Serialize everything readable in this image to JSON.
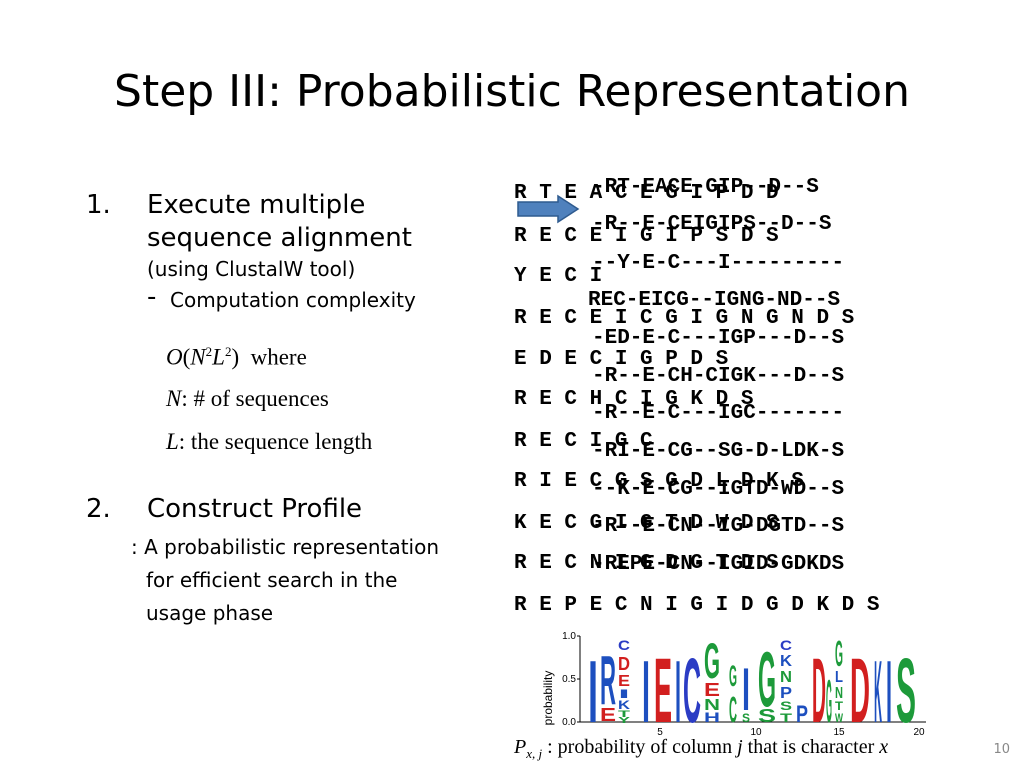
{
  "title": "Step III: Probabilistic Representation",
  "list": {
    "item1_number": "1.",
    "item1_line1": "Execute multiple",
    "item1_line2": "sequence alignment",
    "item1_sub": "(using ClustalW tool)",
    "item1_dash": "-",
    "item1_complexity": "Computation complexity",
    "complexity_where": "where",
    "n_label": "N",
    "n_desc": ":  #  of sequences",
    "l_label": "L",
    "l_desc": ":  the sequence length",
    "item2_number": "2.",
    "item2_line1": "Construct Profile",
    "item2_desc1": ": A probabilistic representation",
    "item2_desc2": "for efficient search in the",
    "item2_desc3": "usage phase"
  },
  "unaligned": [
    "R T E A C E G I P D D",
    "R E C E I G I P S D S",
    "Y E C I",
    "R E C E I C G I G N G N D S",
    "E D E C I G P D S",
    "R E C H C I G K D S",
    "R E C I G C",
    "R I E C G S G D L D K S",
    "K E C G I G T D W D S",
    "R E C N I G D G T D S",
    "R E P E C N I G I D G D K D S"
  ],
  "aligned": [
    "-RT-EACE-GIP--D--S",
    "-R--E-CEIGIPS--D--S",
    "--Y-E-C---I---------",
    "REC-EICG--IGNG-ND--S",
    "-ED-E-C---IGP---D--S",
    "-R--E-CH-CIGK---D--S",
    "-R--E-C---IGC-------",
    "-RI-E-CG--SG-D-LDK-S",
    "--K-E-CG--IGTD-WD--S",
    "-R--E-CN--IG-DGTD--S",
    "-REPE-CN--IGID-GDKDS"
  ],
  "logo": {
    "ylabel": "probability",
    "yticks": [
      "0.0",
      "0.5",
      "1.0"
    ],
    "xticks": [
      "5",
      "10",
      "15",
      "20"
    ]
  },
  "formula": {
    "p": "P",
    "sub": "x, j",
    "text1": ":  probability of column",
    "j": "j",
    "text2": "that is character",
    "x": "x"
  },
  "page_number": "10"
}
